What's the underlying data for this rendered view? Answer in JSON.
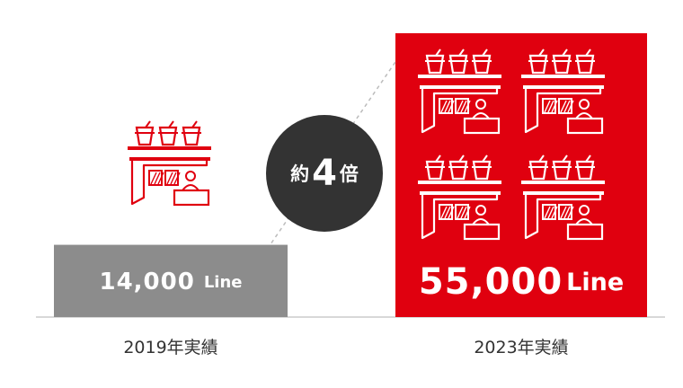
{
  "chart_data": {
    "type": "bar",
    "categories": [
      "2019年実績",
      "2023年実績"
    ],
    "values": [
      14000,
      55000
    ],
    "value_labels": [
      {
        "number": "14,000",
        "unit": "Line"
      },
      {
        "number": "55,000",
        "unit": "Line"
      }
    ],
    "bar_colors": [
      "#8c8c8c",
      "#e0000f"
    ],
    "grid": false,
    "annotation": {
      "prefix": "約",
      "number": "4",
      "suffix": "倍"
    }
  }
}
